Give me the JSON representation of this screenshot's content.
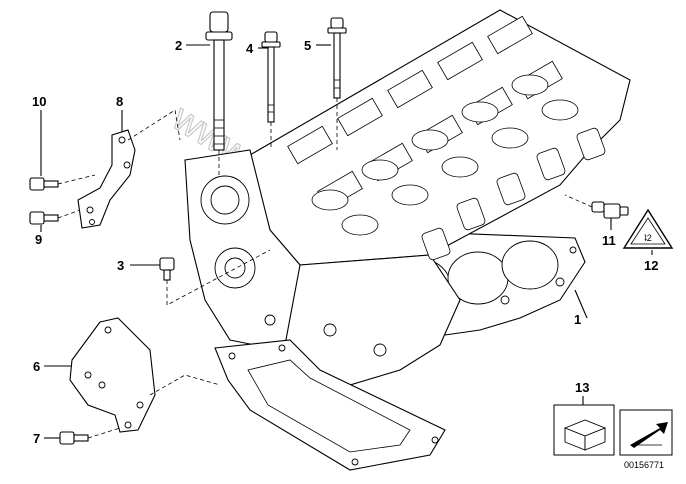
{
  "callouts": [
    {
      "id": "1",
      "label": "1"
    },
    {
      "id": "2",
      "label": "2"
    },
    {
      "id": "3",
      "label": "3"
    },
    {
      "id": "4",
      "label": "4"
    },
    {
      "id": "5",
      "label": "5"
    },
    {
      "id": "6",
      "label": "6"
    },
    {
      "id": "7",
      "label": "7"
    },
    {
      "id": "8",
      "label": "8"
    },
    {
      "id": "9",
      "label": "9"
    },
    {
      "id": "10",
      "label": "10"
    },
    {
      "id": "11",
      "label": "11"
    },
    {
      "id": "12",
      "label": "12"
    },
    {
      "id": "13",
      "label": "13"
    }
  ],
  "watermark": "www.bmwstore.pl",
  "diagram_id": "00156771",
  "warning_symbol_text": "ʇ2"
}
